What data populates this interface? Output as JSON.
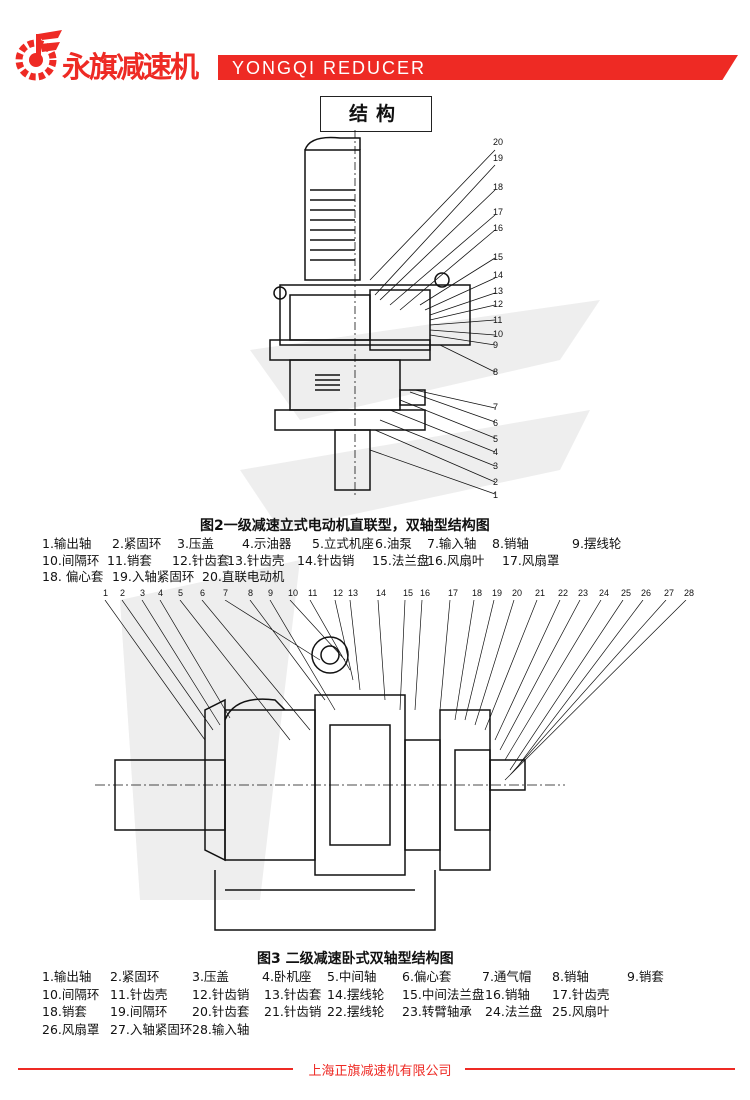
{
  "header": {
    "brand_cn": "永旗减速机",
    "brand_en": "YONGQI  REDUCER"
  },
  "section_title": "结构",
  "figure2": {
    "caption": "图2一级减速立式电动机直联型，双轴型结构图",
    "callouts": [
      "20",
      "19",
      "18",
      "17",
      "16",
      "15",
      "14",
      "13",
      "12",
      "11",
      "10",
      "9",
      "8",
      "7",
      "6",
      "5",
      "4",
      "3",
      "2",
      "1"
    ],
    "parts": [
      [
        "1.输出轴",
        "2.紧固环",
        "3.压盖",
        "4.示油器",
        "5.立式机座",
        "6.油泵",
        "7.输入轴",
        "8.销轴",
        "9.摆线轮"
      ],
      [
        "10.间隔环",
        "11.销套",
        "12.针齿套",
        "13.针齿壳",
        "14.针齿销",
        "15.法兰盘",
        "16.风扇叶",
        "17.风扇罩"
      ],
      [
        "18. 偏心套",
        "19.入轴紧固环",
        "20.直联电动机"
      ]
    ]
  },
  "figure3": {
    "caption": "图3    二级减速卧式双轴型结构图",
    "callouts": [
      "1",
      "2",
      "3",
      "4",
      "5",
      "6",
      "7",
      "8",
      "9",
      "10",
      "11",
      "12",
      "13",
      "14",
      "15",
      "16",
      "17",
      "18",
      "19",
      "20",
      "21",
      "22",
      "23",
      "24",
      "25",
      "26",
      "27",
      "28"
    ],
    "parts": [
      [
        "1.输出轴",
        "2.紧固环",
        "3.压盖",
        "4.卧机座",
        "5.中间轴",
        "6.偏心套",
        "7.通气帽",
        "8.销轴",
        "9.销套"
      ],
      [
        "10.间隔环",
        "11.针齿壳",
        "12.针齿销",
        "13.针齿套",
        "14.摆线轮",
        "15.中间法兰盘",
        "16.销轴",
        "17.针齿壳"
      ],
      [
        "18.销套",
        "19.间隔环",
        "20.针齿套",
        "21.针齿销",
        "22.摆线轮",
        "23.转臂轴承",
        "24.法兰盘",
        "25.风扇叶"
      ],
      [
        "26.风扇罩",
        "27.入轴紧固环",
        "28.输入轴"
      ]
    ]
  },
  "footer": {
    "company": "上海正旗减速机有限公司"
  },
  "colors": {
    "brand_red": "#ee2a24"
  }
}
